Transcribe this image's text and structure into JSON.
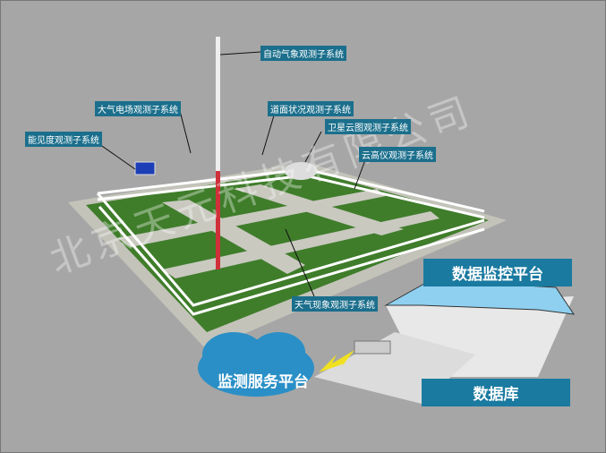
{
  "labels": {
    "auto": "自动气象观测子系统",
    "field": "大气电场观测子系统",
    "road": "道面状况观测子系统",
    "satellite": "卫星云图观测子系统",
    "visibility": "能见度观测子系统",
    "ceilometer": "云高仪观测子系统",
    "weather": "天气现象观测子系统"
  },
  "platforms": {
    "monitor": "数据监控平台",
    "service": "监测服务平台",
    "database": "数据库"
  },
  "watermark": "北京天元科技有限公司",
  "colors": {
    "label_bg": "#1b6f8c",
    "grass": "#3f7d2a",
    "path": "#c9c9c0"
  }
}
